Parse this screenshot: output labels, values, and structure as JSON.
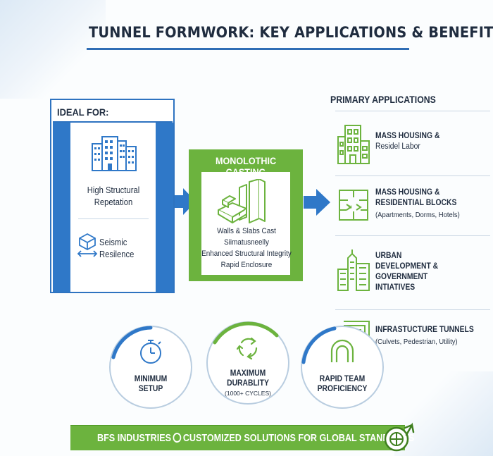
{
  "title": "TUNNEL FORMWORK: KEY APPLICATIONS & BENEFITS",
  "ideal_for": {
    "heading": "IDEAL FOR:",
    "items": [
      {
        "icon": "buildings-icon",
        "label_line1": "High Structural",
        "label_line2": "Repetation"
      },
      {
        "icon": "seismic-icon",
        "label_line1": "Seismic",
        "label_line2": "Resilence"
      }
    ]
  },
  "monolithic": {
    "heading": "MONOLOTHIC CASTING",
    "icon": "formwork-panels-icon",
    "lines": [
      "Walls & Slabs Cast",
      "Siimatusneelly",
      "Enhanced Structural Integrity",
      "Rapid Enclosure"
    ]
  },
  "primary": {
    "heading": "PRIMARY APPLICATIONS",
    "items": [
      {
        "icon": "apartment-building-icon",
        "title_lines": [
          "MASS HOUSING &",
          "Residel Labor"
        ],
        "sub": ""
      },
      {
        "icon": "floor-plan-icon",
        "title_lines": [
          "MASS HOUSING &",
          "RESIDENTIAL BLOCKS"
        ],
        "sub": "(Apartments, Dorms, Hotels)"
      },
      {
        "icon": "city-skyline-icon",
        "title_lines": [
          "URBAN",
          "DEVELOPMENT &",
          "GOVERNMENT",
          "INTIATIVES"
        ],
        "sub": ""
      },
      {
        "icon": "tunnel-icon",
        "title_lines": [
          "INFRASTUCTURE TUNNELS"
        ],
        "sub": "(Culvets, Pedestrian, Utility)"
      }
    ]
  },
  "benefits": [
    {
      "icon": "stopwatch-icon",
      "lines": [
        "MINIMUM",
        "SETUP"
      ],
      "sub": ""
    },
    {
      "icon": "recycle-icon",
      "lines": [
        "MAXIMUM",
        "DURABLITY"
      ],
      "sub": "(1000+ CYCLES)"
    },
    {
      "icon": "arch-icon",
      "lines": [
        "RAPID TEAM",
        "PROFICIENCY"
      ],
      "sub": ""
    }
  ],
  "banner": {
    "text_left": "BFS INDUSTRIES",
    "text_right": "CUSTOMIZED SOLUTIONS FOR GLOBAL STANDARDS"
  },
  "colors": {
    "blue": "#2f78c8",
    "green": "#6cb33e",
    "navy": "#1f2c3f"
  }
}
